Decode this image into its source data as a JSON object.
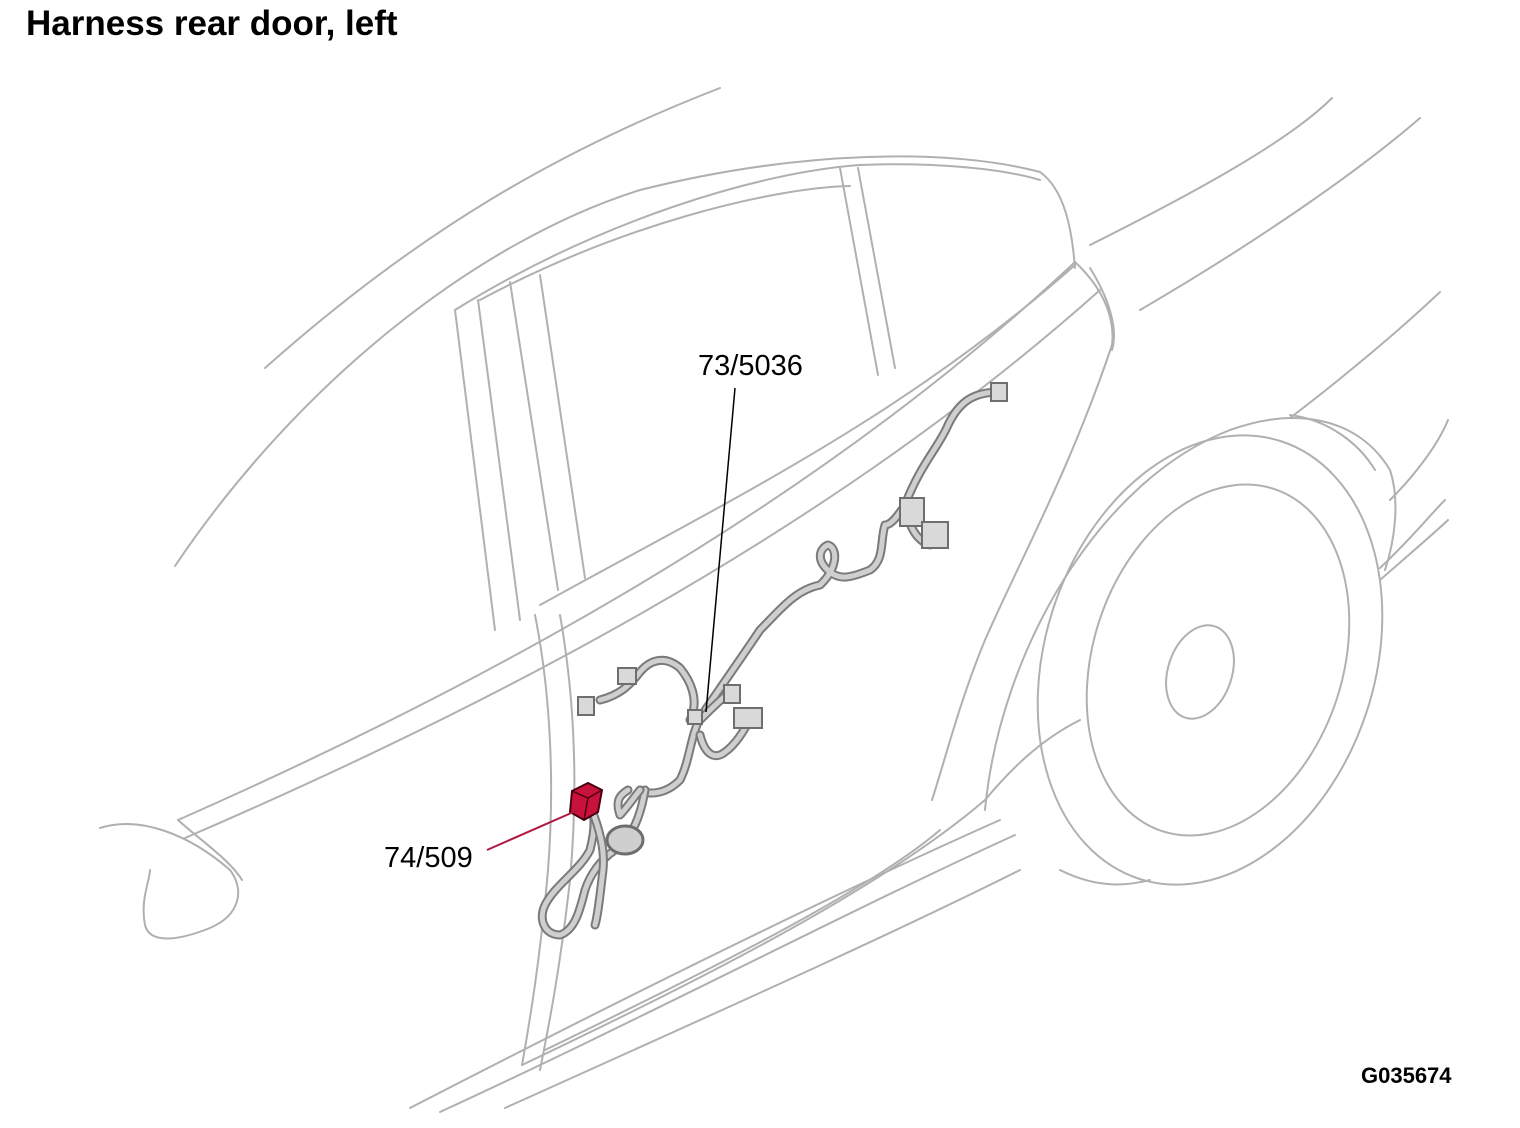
{
  "title": "Harness rear door, left",
  "drawing_code": "G035674",
  "callouts": {
    "connector_a": "73/5036",
    "connector_b": "74/509"
  },
  "colors": {
    "highlight": "#c8123c",
    "leader_b": "#b0173f",
    "body_outline": "#b0b0b0",
    "harness": "#7a7a7a"
  }
}
